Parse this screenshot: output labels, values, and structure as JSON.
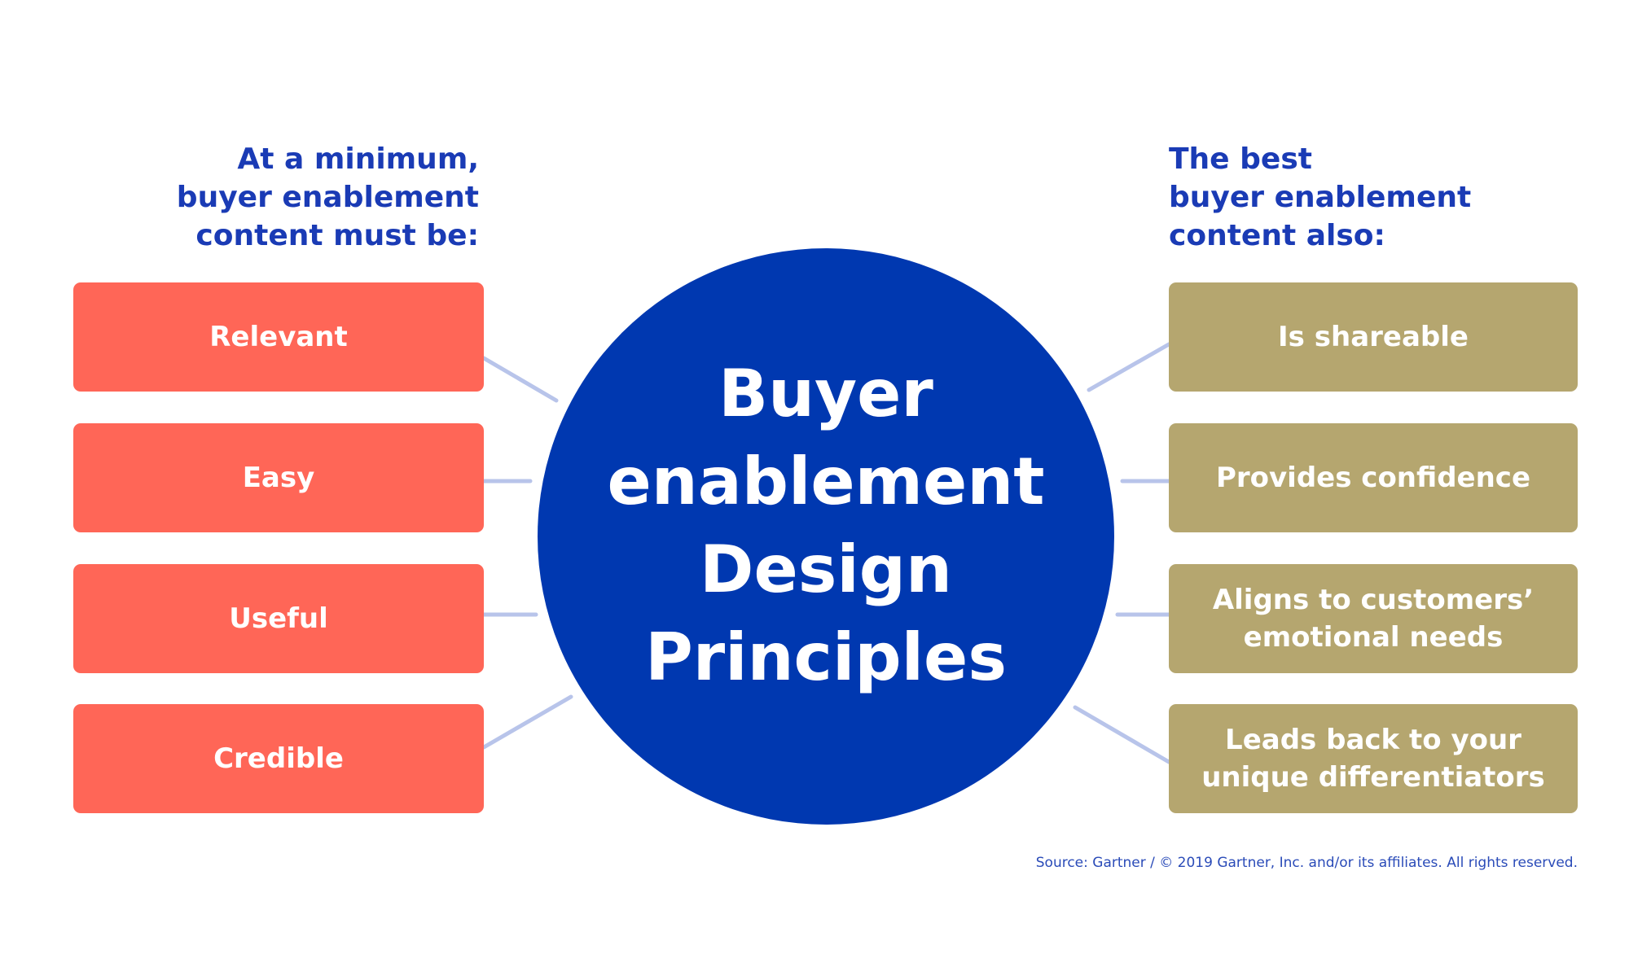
{
  "left_heading": {
    "lines": [
      "At a minimum,",
      "buyer enablement",
      "content must be:"
    ]
  },
  "right_heading": {
    "lines": [
      "The best",
      "buyer enablement",
      "content also:"
    ]
  },
  "center": {
    "lines": [
      "Buyer",
      "enablement",
      "Design",
      "Principles"
    ]
  },
  "left_items": [
    "Relevant",
    "Easy",
    "Useful",
    "Credible"
  ],
  "right_items": [
    {
      "lines": [
        "Is shareable"
      ]
    },
    {
      "lines": [
        "Provides confidence"
      ]
    },
    {
      "lines": [
        "Aligns to customers’",
        "emotional needs"
      ]
    },
    {
      "lines": [
        "Leads back to your",
        "unique differentiators"
      ]
    }
  ],
  "source": "Source: Gartner / © 2019 Gartner, Inc. and/or its affiliates. All rights reserved.",
  "colors": {
    "circle": "#0038b0",
    "left_box": "#ff6657",
    "right_box": "#b5a66f",
    "heading": "#1a3bb5",
    "connector": "#b8c4ea"
  }
}
